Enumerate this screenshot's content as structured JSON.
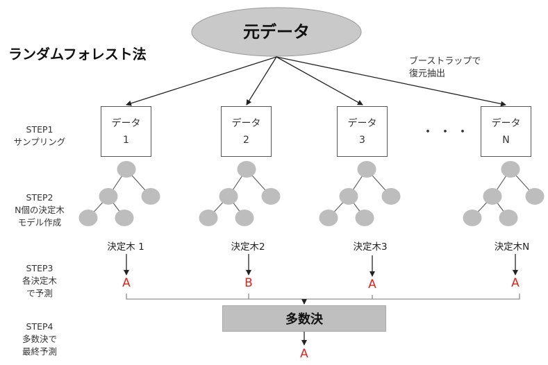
{
  "title": "ランダムフォレスト法",
  "source_label": "元データ",
  "bootstrap_note": "ブーストラップで\n復元抽出",
  "ellipsis": "・・・",
  "steps": [
    {
      "text": "STEP1\nサンプリング"
    },
    {
      "text": "STEP2\nN個の決定木\nモデル作成"
    },
    {
      "text": "STEP3\n各決定木\nで予測"
    },
    {
      "text": "STEP4\n多数決で\n最終予測"
    }
  ],
  "samples": [
    {
      "line1": "データ",
      "line2": "1",
      "tree_label": "決定木 1",
      "prediction": "A"
    },
    {
      "line1": "データ",
      "line2": "2",
      "tree_label": "決定木2",
      "prediction": "B"
    },
    {
      "line1": "データ",
      "line2": "3",
      "tree_label": "決定木3",
      "prediction": "A"
    },
    {
      "line1": "データ",
      "line2": "N",
      "tree_label": "決定木N",
      "prediction": "A"
    }
  ],
  "vote_label": "多数決",
  "final_prediction": "A",
  "colors": {
    "source_fill": "#c9c9c9",
    "node_fill": "#bdbdbd",
    "prediction": "#e3201b",
    "vote_fill": "#bfbfbf"
  }
}
